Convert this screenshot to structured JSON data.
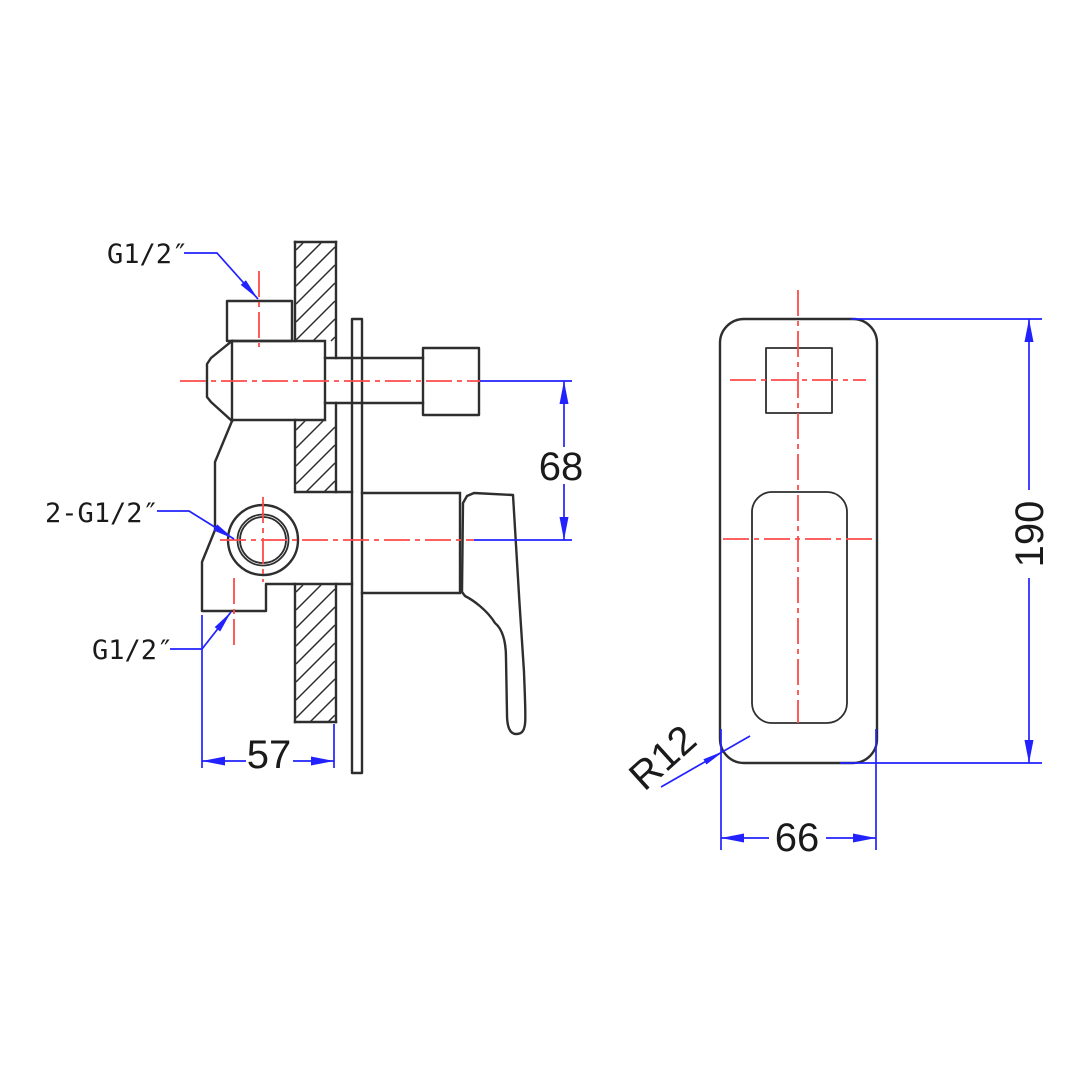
{
  "drawing": {
    "type": "technical-drawing",
    "subject": "concealed shower mixer valve with diverter — side section and front elevation"
  },
  "labels": {
    "top_port": "G1/2″",
    "outlet_port": "2-G1/2″",
    "bottom_port": "G1/2″",
    "corner_radius": "R12"
  },
  "dimensions": {
    "axis_spacing": "68",
    "body_depth": "57",
    "plate_height": "190",
    "plate_width": "66"
  },
  "colors": {
    "object_line": "#2e2e2e",
    "centerline": "#ff4a4a",
    "dimension": "#2222ff",
    "background": "#ffffff"
  }
}
